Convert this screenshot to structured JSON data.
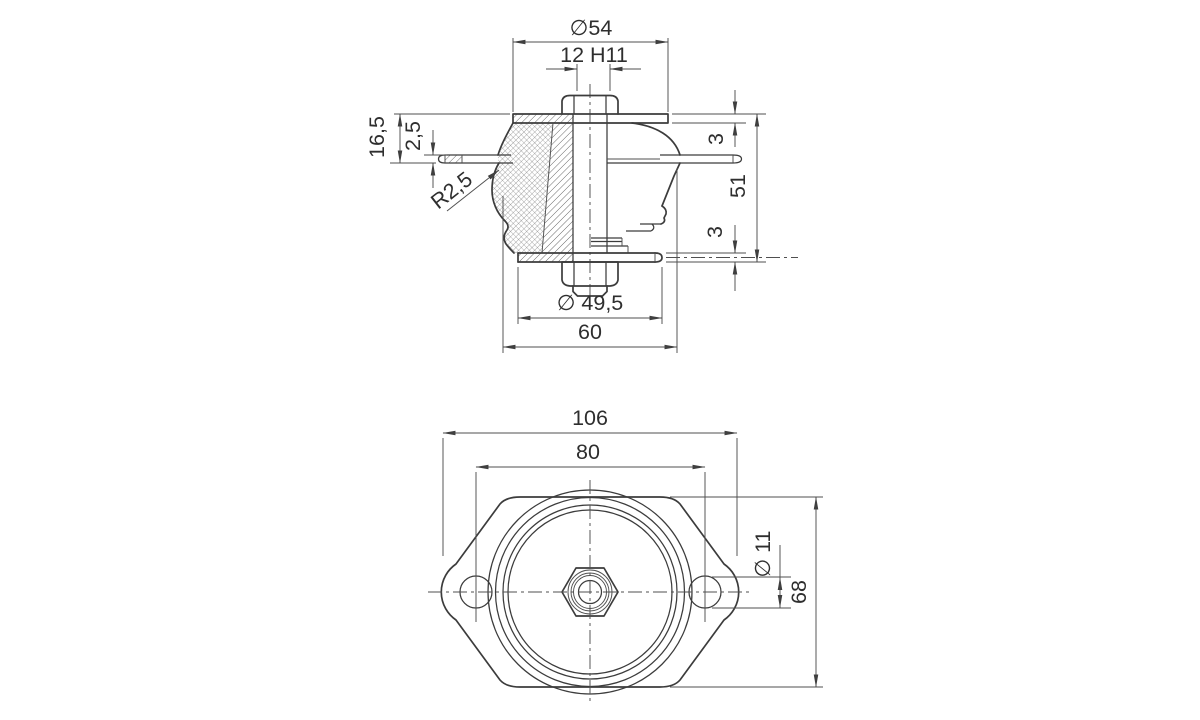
{
  "drawing": {
    "type": "technical-drawing",
    "colors": {
      "line": "#3c3c3c",
      "thin_line": "#4f4f4f",
      "text": "#2e2e2e",
      "background": "#ffffff"
    },
    "section_view": {
      "dims": {
        "dia_top_plate": "∅54",
        "bore": "12 H11",
        "flange_height": "16,5",
        "flange_thickness": "2,5",
        "fillet_radius": "R2,5",
        "top_plate_thickness": "3",
        "overall_height": "51",
        "bottom_plate_thickness": "3",
        "dia_bottom_plate": "∅ 49,5",
        "dia_rubber_body": "60"
      }
    },
    "plan_view": {
      "dims": {
        "overall_length": "106",
        "hole_spacing": "80",
        "hole_diameter": "∅ 11",
        "overall_width": "68"
      }
    }
  }
}
